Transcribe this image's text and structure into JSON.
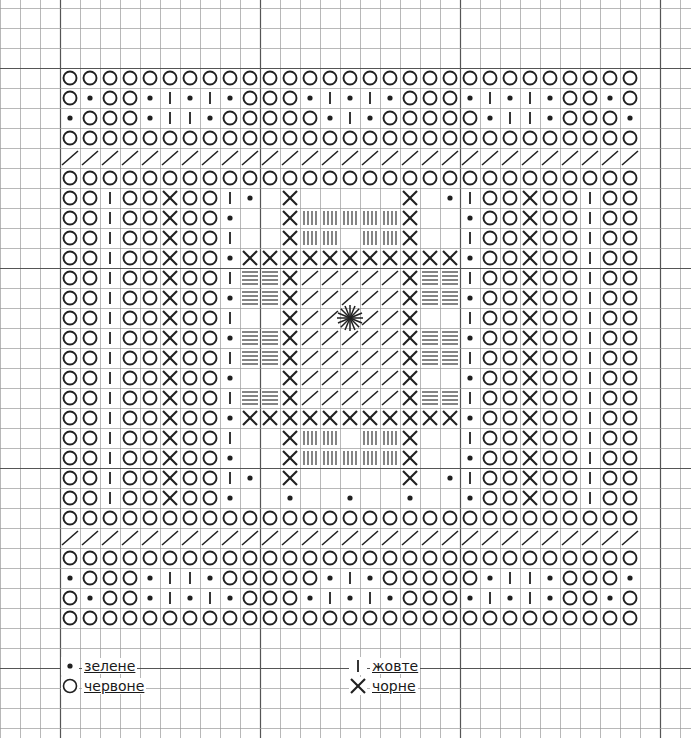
{
  "diagram": {
    "legend": [
      {
        "text": "зелене"
      },
      {
        "text": "жовте"
      },
      {
        "text": "червоне"
      },
      {
        "text": "чорне"
      }
    ]
  }
}
